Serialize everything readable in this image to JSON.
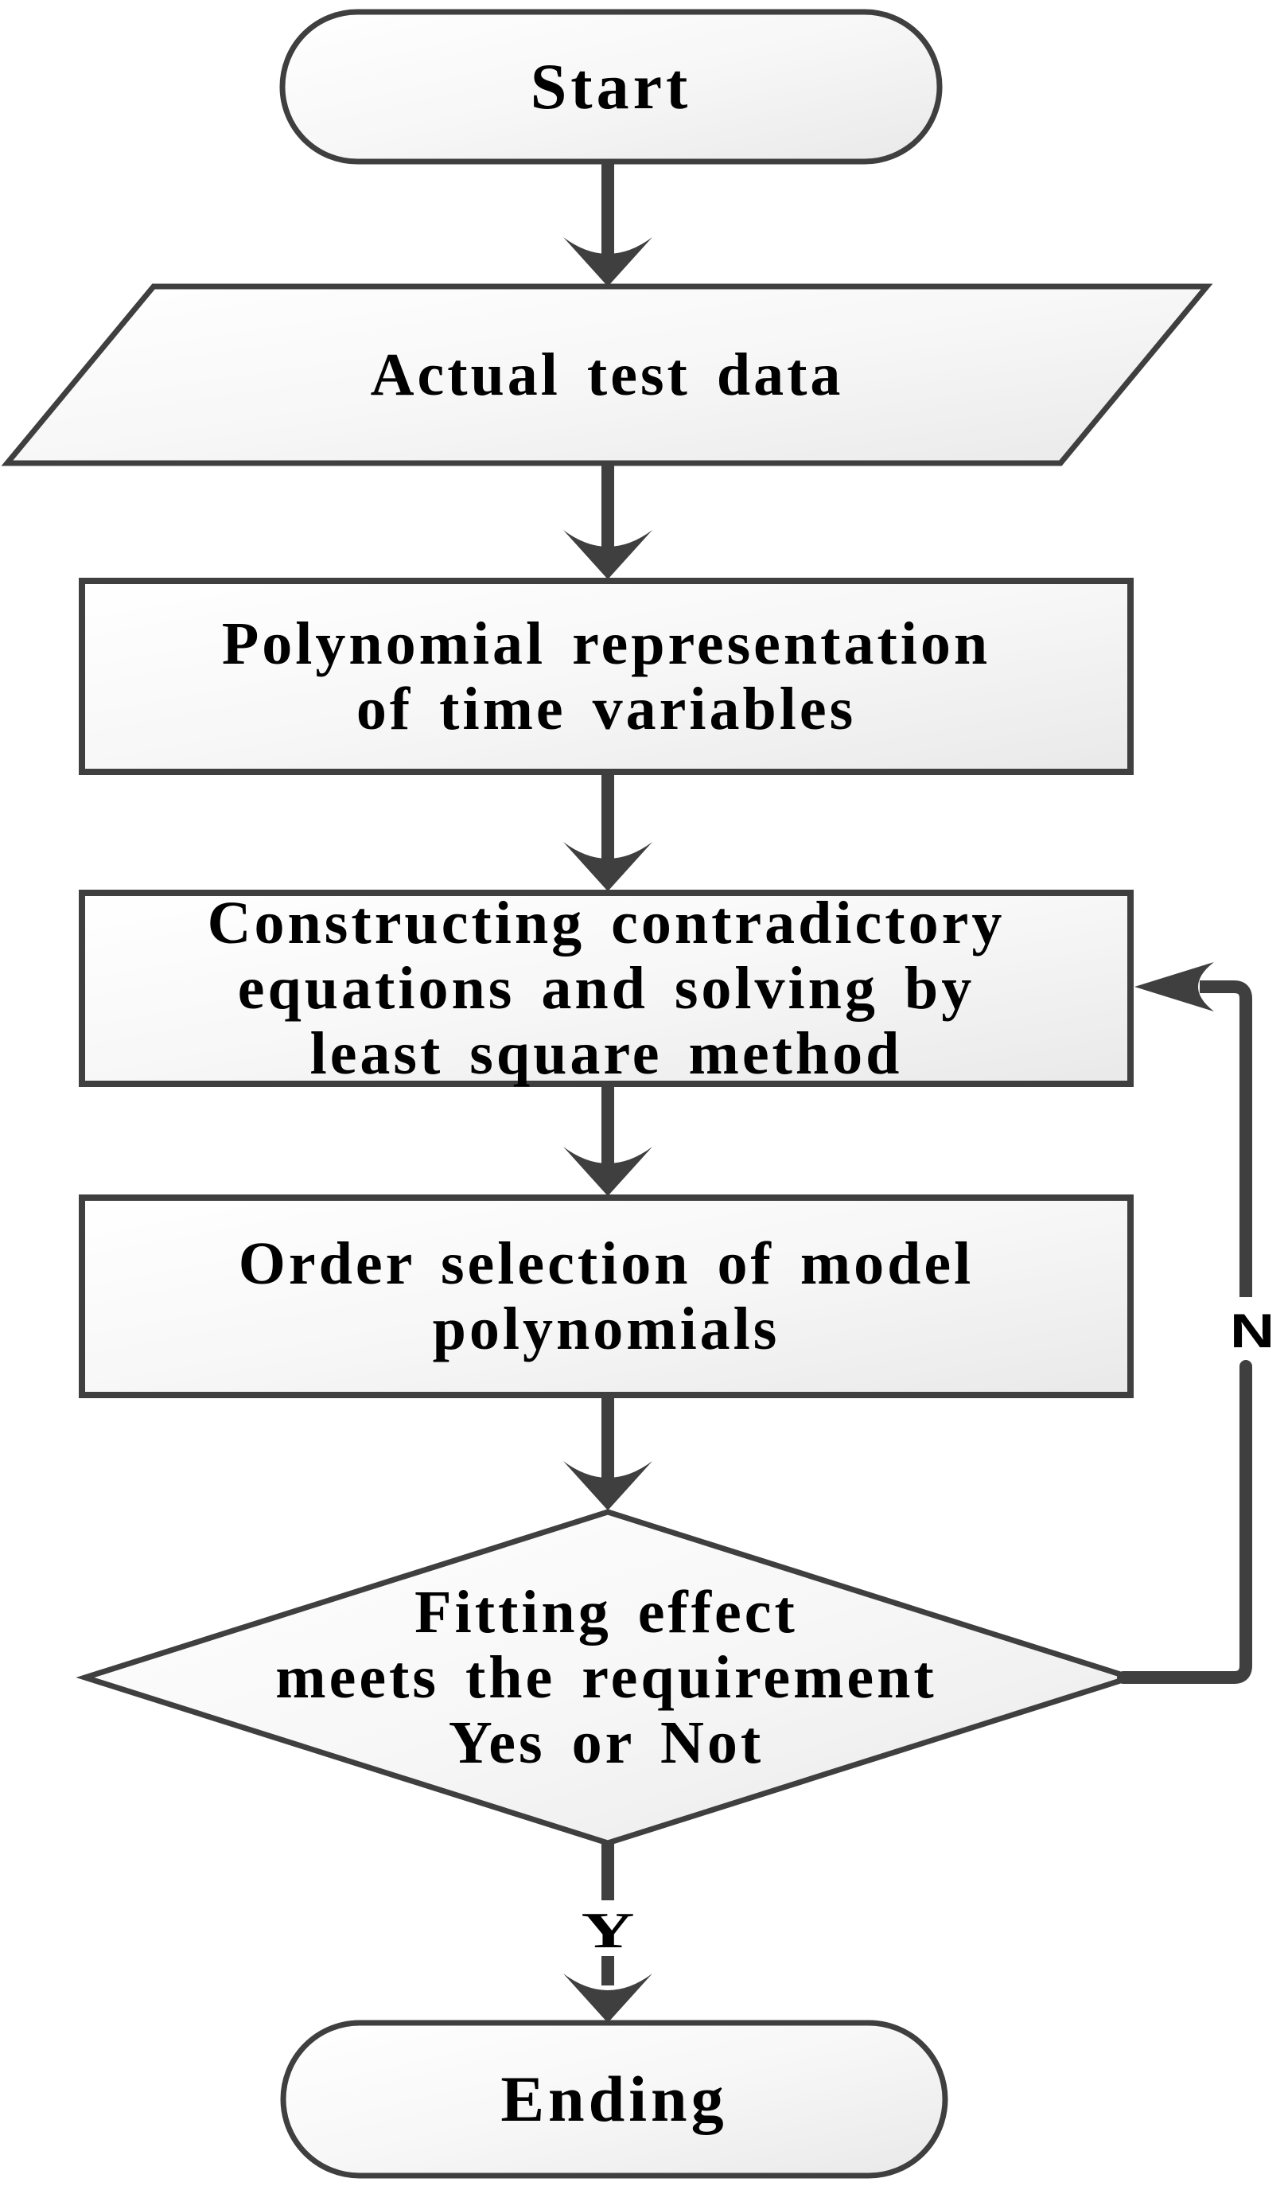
{
  "flowchart": {
    "nodes": {
      "start": {
        "label": "Start",
        "shape": "terminator"
      },
      "actual_test_data": {
        "label": "Actual test data",
        "shape": "parallelogram-io"
      },
      "polynomial_representation": {
        "shape": "process",
        "lines": [
          "Polynomial representation",
          "of time variables"
        ]
      },
      "constructing_equations": {
        "shape": "process",
        "lines": [
          "Constructing contradictory",
          "equations and solving by",
          "least square method"
        ]
      },
      "order_selection": {
        "shape": "process",
        "lines": [
          "Order selection of model",
          "polynomials"
        ]
      },
      "fitting_decision": {
        "shape": "decision-diamond",
        "lines": [
          "Fitting effect",
          "meets the requirement",
          "Yes or Not"
        ]
      },
      "ending": {
        "label": "Ending",
        "shape": "terminator"
      }
    },
    "edge_labels": {
      "yes": "Y",
      "no": "N"
    },
    "colors": {
      "line": "#3f3f3f",
      "border": "#3f3f3f",
      "text": "#000000",
      "shape_fill_top": "#ffffff",
      "shape_fill_bottom": "#e9e9e9",
      "background": "#ffffff"
    }
  }
}
